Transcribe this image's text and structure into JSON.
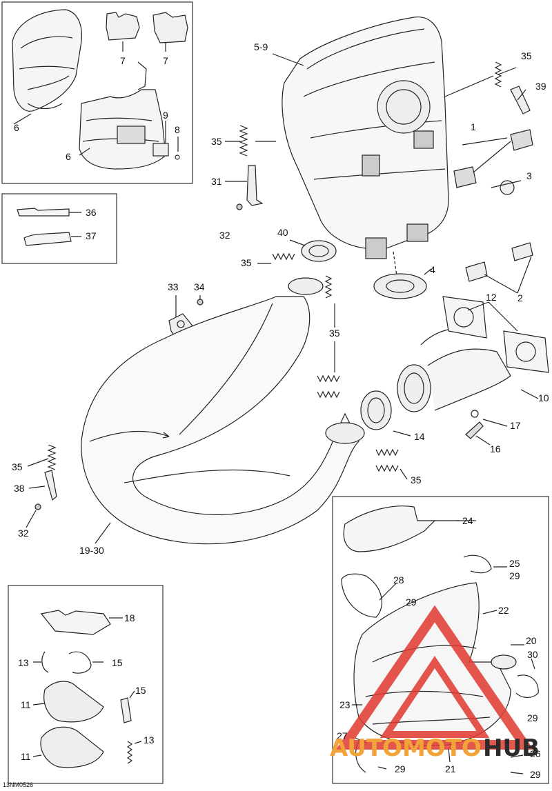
{
  "diagram": {
    "code": "13NM0526",
    "labels": [
      {
        "id": "l-5-9",
        "text": "5-9"
      },
      {
        "id": "l-35-a",
        "text": "35"
      },
      {
        "id": "l-39",
        "text": "39"
      },
      {
        "id": "l-1",
        "text": "1"
      },
      {
        "id": "l-3",
        "text": "3"
      },
      {
        "id": "l-35-b",
        "text": "35"
      },
      {
        "id": "l-31",
        "text": "31"
      },
      {
        "id": "l-32-a",
        "text": "32"
      },
      {
        "id": "l-40",
        "text": "40"
      },
      {
        "id": "l-35-c",
        "text": "35"
      },
      {
        "id": "l-4",
        "text": "4"
      },
      {
        "id": "l-2",
        "text": "2"
      },
      {
        "id": "l-33",
        "text": "33"
      },
      {
        "id": "l-34",
        "text": "34"
      },
      {
        "id": "l-35-d",
        "text": "35"
      },
      {
        "id": "l-12",
        "text": "12"
      },
      {
        "id": "l-10",
        "text": "10"
      },
      {
        "id": "l-17",
        "text": "17"
      },
      {
        "id": "l-14",
        "text": "14"
      },
      {
        "id": "l-16",
        "text": "16"
      },
      {
        "id": "l-35-e",
        "text": "35"
      },
      {
        "id": "l-35-f",
        "text": "35"
      },
      {
        "id": "l-38",
        "text": "38"
      },
      {
        "id": "l-32-b",
        "text": "32"
      },
      {
        "id": "l-19-30",
        "text": "19-30"
      },
      {
        "id": "l-7-a",
        "text": "7"
      },
      {
        "id": "l-7-b",
        "text": "7"
      },
      {
        "id": "l-6-a",
        "text": "6"
      },
      {
        "id": "l-6-b",
        "text": "6"
      },
      {
        "id": "l-9",
        "text": "9"
      },
      {
        "id": "l-8",
        "text": "8"
      },
      {
        "id": "l-36",
        "text": "36"
      },
      {
        "id": "l-37",
        "text": "37"
      },
      {
        "id": "l-24",
        "text": "24"
      },
      {
        "id": "l-25",
        "text": "25"
      },
      {
        "id": "l-29-a",
        "text": "29"
      },
      {
        "id": "l-28",
        "text": "28"
      },
      {
        "id": "l-29-b",
        "text": "29"
      },
      {
        "id": "l-22",
        "text": "22"
      },
      {
        "id": "l-20",
        "text": "20"
      },
      {
        "id": "l-30",
        "text": "30"
      },
      {
        "id": "l-23",
        "text": "23"
      },
      {
        "id": "l-29-c",
        "text": "29"
      },
      {
        "id": "l-27",
        "text": "27"
      },
      {
        "id": "l-26",
        "text": "26"
      },
      {
        "id": "l-29-d",
        "text": "29"
      },
      {
        "id": "l-21",
        "text": "21"
      },
      {
        "id": "l-29-e",
        "text": "29"
      },
      {
        "id": "l-18",
        "text": "18"
      },
      {
        "id": "l-13-a",
        "text": "13"
      },
      {
        "id": "l-15-a",
        "text": "15"
      },
      {
        "id": "l-15-b",
        "text": "15"
      },
      {
        "id": "l-11-a",
        "text": "11"
      },
      {
        "id": "l-11-b",
        "text": "11"
      },
      {
        "id": "l-13-b",
        "text": "13"
      }
    ]
  },
  "watermark": {
    "part1": "AUTOMOTO",
    "part2": "HUB",
    "color_red": "#e03a2f",
    "color_orange": "#f2a33a",
    "color_dark": "#2b2b2b"
  }
}
